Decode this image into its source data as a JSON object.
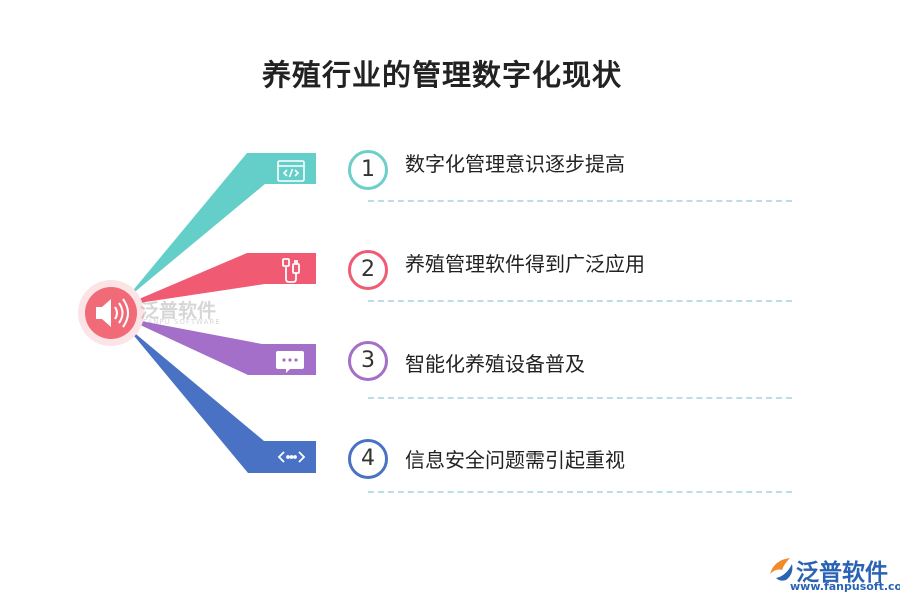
{
  "title": "养殖行业的管理数字化现状",
  "colors": {
    "teal": "#63cfc8",
    "pink": "#f05b73",
    "purple": "#a36fc9",
    "blue": "#4a72c4",
    "hub": "#f06a78",
    "dash": "#bcdde8"
  },
  "hub": {
    "icon": "speaker-icon"
  },
  "items": [
    {
      "num": "1",
      "text": "数字化管理意识逐步提高",
      "icon": "code-window-icon",
      "color": "#63cfc8"
    },
    {
      "num": "2",
      "text": "养殖管理软件得到广泛应用",
      "icon": "usb-cable-icon",
      "color": "#f05b73"
    },
    {
      "num": "3",
      "text": "智能化养殖设备普及",
      "icon": "chat-bubble-icon",
      "color": "#a36fc9"
    },
    {
      "num": "4",
      "text": "信息安全问题需引起重视",
      "icon": "code-arrows-icon",
      "color": "#4a72c4"
    }
  ],
  "watermark": {
    "text": "泛普软件",
    "sub": "FANPU SOFTWARE"
  },
  "logo": {
    "text": "泛普软件",
    "url": "www.fanpusoft.com"
  }
}
